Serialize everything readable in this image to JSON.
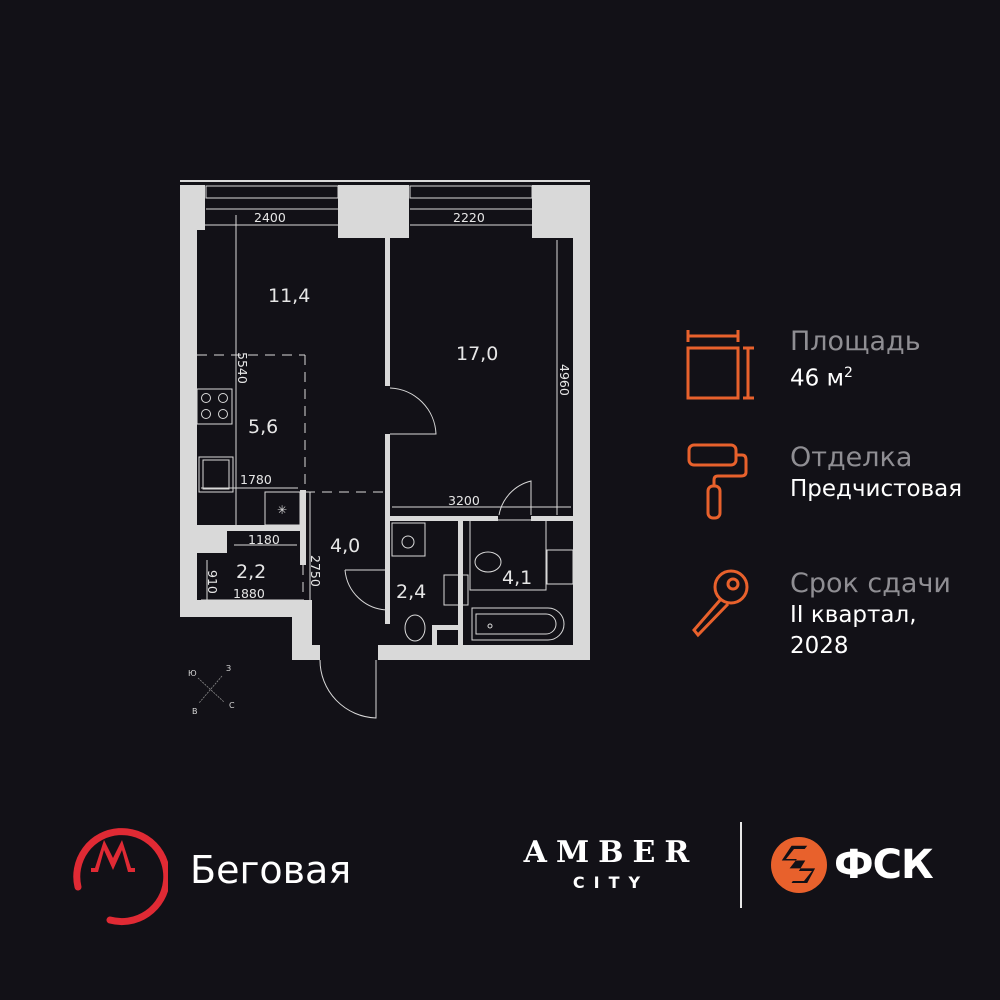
{
  "floor_plan": {
    "rooms": [
      {
        "id": "bedroom",
        "area": "11,4"
      },
      {
        "id": "living-room",
        "area": "17,0"
      },
      {
        "id": "kitchen",
        "area": "5,6"
      },
      {
        "id": "hallway",
        "area": "4,0"
      },
      {
        "id": "storage",
        "area": "2,2"
      },
      {
        "id": "toilet",
        "area": "2,4"
      },
      {
        "id": "bathroom",
        "area": "4,1"
      }
    ],
    "dimensions": {
      "d2400": "2400",
      "d2220": "2220",
      "d5540": "5540",
      "d4960": "4960",
      "d1780": "1780",
      "d3200": "3200",
      "d1180": "1180",
      "d2750": "2750",
      "d910": "910",
      "d1880": "1880"
    },
    "compass": {
      "n": "Ю",
      "e": "З",
      "w": "В",
      "s": "С"
    }
  },
  "info": {
    "area": {
      "label": "Площадь",
      "value": "46 м",
      "unit_sup": "2",
      "icon": "area-icon"
    },
    "finish": {
      "label": "Отделка",
      "value": "Предчистовая",
      "icon": "paint-roller-icon"
    },
    "deadline": {
      "label": "Срок сдачи",
      "value_line1": "II квартал,",
      "value_line2": "2028",
      "icon": "key-icon"
    }
  },
  "footer": {
    "metro_station": "Беговая",
    "brand_main": "AMBER",
    "brand_sub": "CITY",
    "developer": "ФСК"
  },
  "colors": {
    "background": "#121117",
    "walls": "#d9d9d9",
    "accent_orange": "#e8612c",
    "metro_red": "#e02a34",
    "label_gray": "#8f8e93"
  }
}
